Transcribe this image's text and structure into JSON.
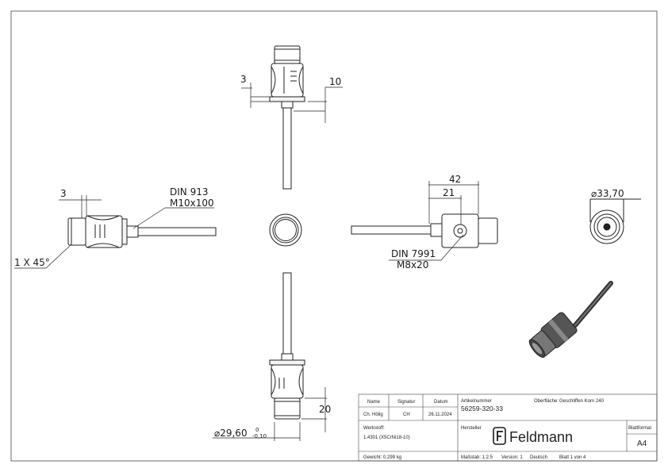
{
  "dimensions": {
    "top_left_3": "3",
    "top_right_10": "10",
    "left_3": "3",
    "left_note_line1": "DIN 913",
    "left_note_line2": "M10x100",
    "chamfer": "1 X 45°",
    "right_42": "42",
    "right_21": "21",
    "right_note_line1": "DIN 7991",
    "right_note_line2": "M8x20",
    "diameter_right": "⌀33,70",
    "bottom_20": "20",
    "diameter_bottom": "⌀29,60",
    "tol_upper": "0",
    "tol_lower": "-0,10"
  },
  "title_block": {
    "name_label": "Name",
    "signatur_label": "Signatur",
    "datum_label": "Datum",
    "name_value": "Ch. Hölig",
    "signatur_value": "CH",
    "datum_value": "26.11.2024",
    "artikel_label": "Artikelnummer",
    "artikel_value": "56259-320-33",
    "oberflaeche_label": "Oberfläche:",
    "oberflaeche_value": "Geschliffen Korn 240",
    "werkstoff_label": "Werkstoff:",
    "werkstoff_value": "1.4301 (X5CrNi18-10)",
    "hersteller_label": "Hersteller",
    "logo_text": "Feldmann",
    "blattformat_label": "Blattformat",
    "blattformat_value": "A4",
    "gewicht": "Gewicht: 0.299 kg",
    "massstab": "Maßstab: 1:2.5",
    "version": "Version: 1",
    "sprache": "Deutsch",
    "blatt": "Blatt 1 von 4"
  }
}
